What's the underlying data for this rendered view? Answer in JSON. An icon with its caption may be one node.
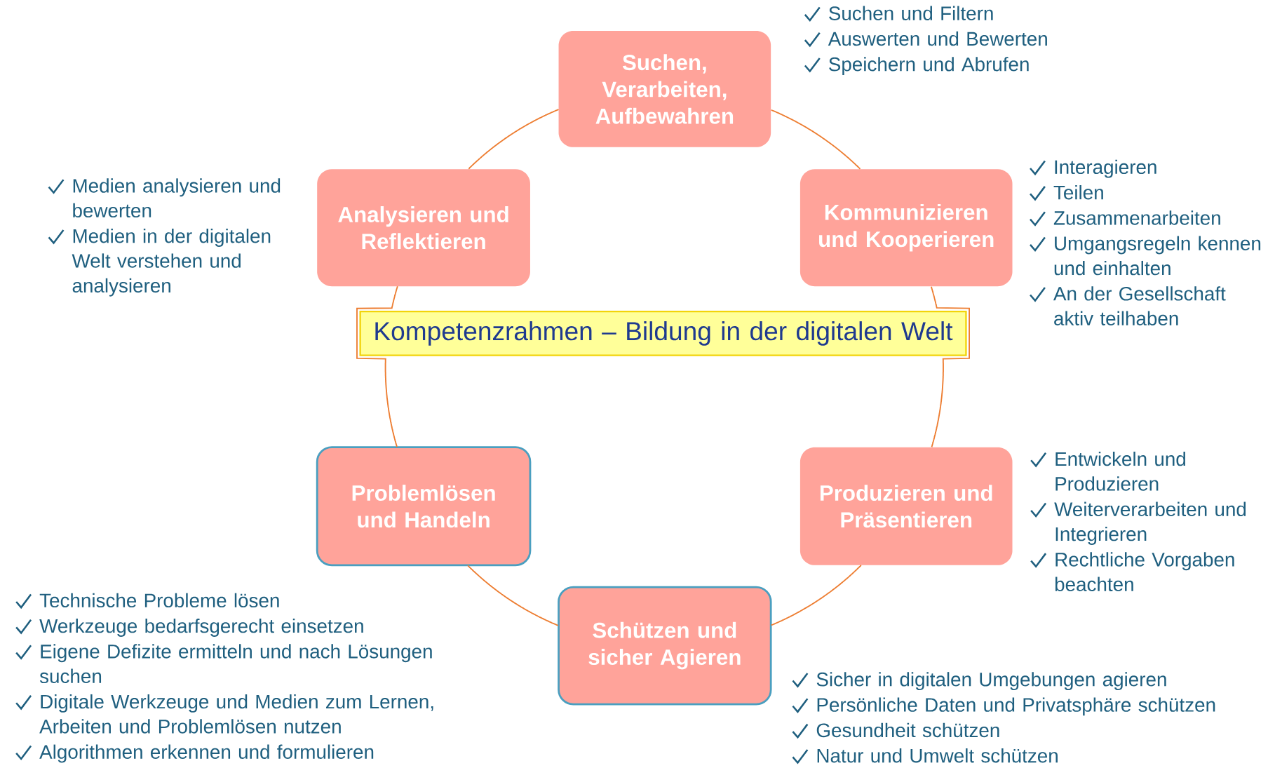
{
  "diagram": {
    "nodes": [
      {
        "text": [
          "Suchen, Verarbeiten, Aufbewahren"
        ],
        "beside": [
          "Suchen und Filtern",
          "Auswerten und Bewerten",
          "Speichern und Abrufen"
        ]
      },
      {
        "text": [
          "Analysieren und Reflektieren"
        ],
        "beside": [
          "Medien analysieren und bewerten",
          "Medien in der digitalen Welt verstehen und analysieren"
        ]
      },
      {
        "text": [
          "Kommunizieren und Kooperieren"
        ],
        "beside": [
          "Interagieren",
          "Teilen",
          "Zusammenarbeiten",
          "Umgangsregeln kennen und einhalten",
          "An der Gesellschaft aktiv teilhaben"
        ]
      },
      {
        "text": [
          "Kompetenzrahmen – Bildung in der digitalen Welt"
        ]
      },
      {
        "text": [
          "Problemlösen und Handeln"
        ],
        "beside": [
          "Technische Probleme lösen",
          "Werkzeuge bedarfsgerecht einsetzen",
          "Eigene Defizite ermitteln und nach Lösungen suchen",
          "Digitale Werkzeuge und Medien zum Lernen, Arbeiten und Problemlösen nutzen",
          "Algorithmen erkennen und formulieren"
        ]
      },
      {
        "text": [
          "Produzieren und Präsentieren"
        ],
        "beside": [
          "Entwickeln und Produzieren",
          "Weiterverarbeiten und Integrieren",
          "Rechtliche Vorgaben beachten"
        ]
      },
      {
        "text": [
          "Schützen und sicher Agieren"
        ],
        "beside": [
          "Sicher in digitalen Umgebungen agieren",
          "Persönliche Daten und Privatsphäre schützen",
          "Gesundheit schützen",
          "Natur und Umwelt schützen"
        ]
      }
    ],
    "edges": [
      {
        "from": 0,
        "to": 2,
        "arrow": "none"
      },
      {
        "from": 2,
        "to": 5,
        "arrow": "none"
      },
      {
        "from": 5,
        "to": 6,
        "arrow": "none"
      },
      {
        "from": 6,
        "to": 4,
        "arrow": "none"
      },
      {
        "from": 4,
        "to": 1,
        "arrow": "none"
      },
      {
        "from": 1,
        "to": 0,
        "arrow": "none"
      }
    ]
  }
}
